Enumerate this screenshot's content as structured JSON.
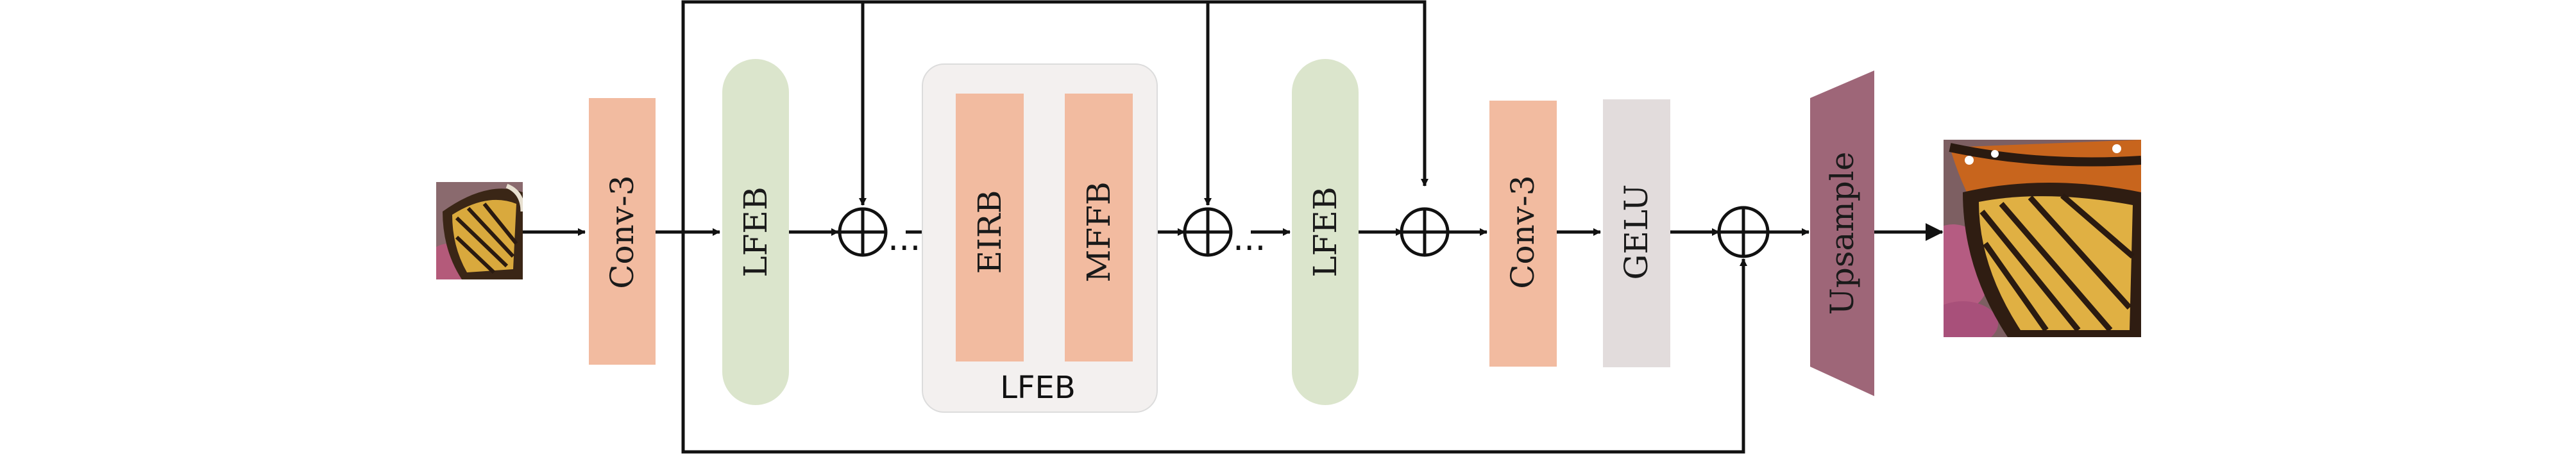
{
  "diagram": {
    "input_image": {
      "icon": "butterfly-lr-thumbnail"
    },
    "output_image": {
      "icon": "butterfly-sr-thumbnail"
    },
    "blocks": {
      "conv1": {
        "label": "Conv-3"
      },
      "lfeb1": {
        "label": "LFEB"
      },
      "eirb": {
        "label": "EIRB"
      },
      "mffb": {
        "label": "MFFB"
      },
      "lfeb3": {
        "label": "LFEB"
      },
      "conv2": {
        "label": "Conv-3"
      },
      "gelu": {
        "label": "GELU"
      },
      "upsample": {
        "label": "Upsample"
      }
    },
    "lfeb_group": {
      "caption": "LFEB"
    },
    "ellipsis": "...",
    "colors": {
      "conv": "#f2bba0",
      "lfeb": "#dbe5cc",
      "group_bg": "#f3f0ef",
      "gelu": "#e2dcdc",
      "upsample": "#9e6678",
      "line": "#111111"
    }
  }
}
